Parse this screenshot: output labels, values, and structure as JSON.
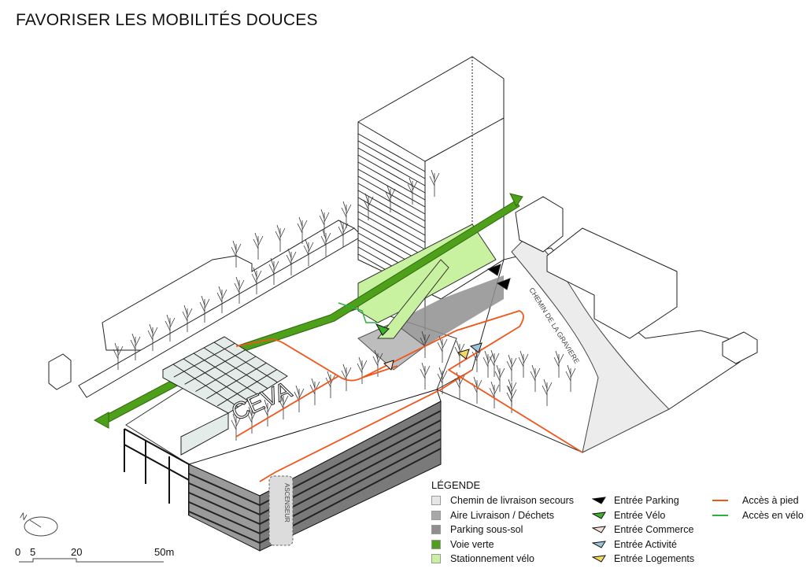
{
  "title": "FAVORISER LES MOBILITÉS DOUCES",
  "labels": {
    "station": "CEVA",
    "street": "CHEMIN DE LA GRAVIERE",
    "elevator": "ASCENSEUR"
  },
  "legend": {
    "heading": "LÉGENDE",
    "areas": [
      {
        "label": "Chemin de livraison secours",
        "color": "#e6e6e6"
      },
      {
        "label": "Aire Livraison / Déchets",
        "color": "#a8a8a8"
      },
      {
        "label": "Parking sous-sol",
        "color": "#8f8f8f"
      },
      {
        "label": "Voie verte",
        "color": "#4ea01a"
      },
      {
        "label": "Stationnement vélo",
        "color": "#c8f2a0"
      }
    ],
    "entrances": [
      {
        "label": "Entrée Parking",
        "color": "#000000"
      },
      {
        "label": "Entrée Vélo",
        "color": "#3cb228"
      },
      {
        "label": "Entrée Commerce",
        "color": "#f4e0d8"
      },
      {
        "label": "Entrée Activité",
        "color": "#9cc4dc"
      },
      {
        "label": "Entrée Logements",
        "color": "#f4d860"
      }
    ],
    "lines": [
      {
        "label": "Accès à pied",
        "color": "#f0561a"
      },
      {
        "label": "Accès en vélo",
        "color": "#2cb040"
      }
    ]
  },
  "scale": {
    "ticks": [
      "0",
      "5",
      "20",
      "50m"
    ]
  },
  "north": "N"
}
